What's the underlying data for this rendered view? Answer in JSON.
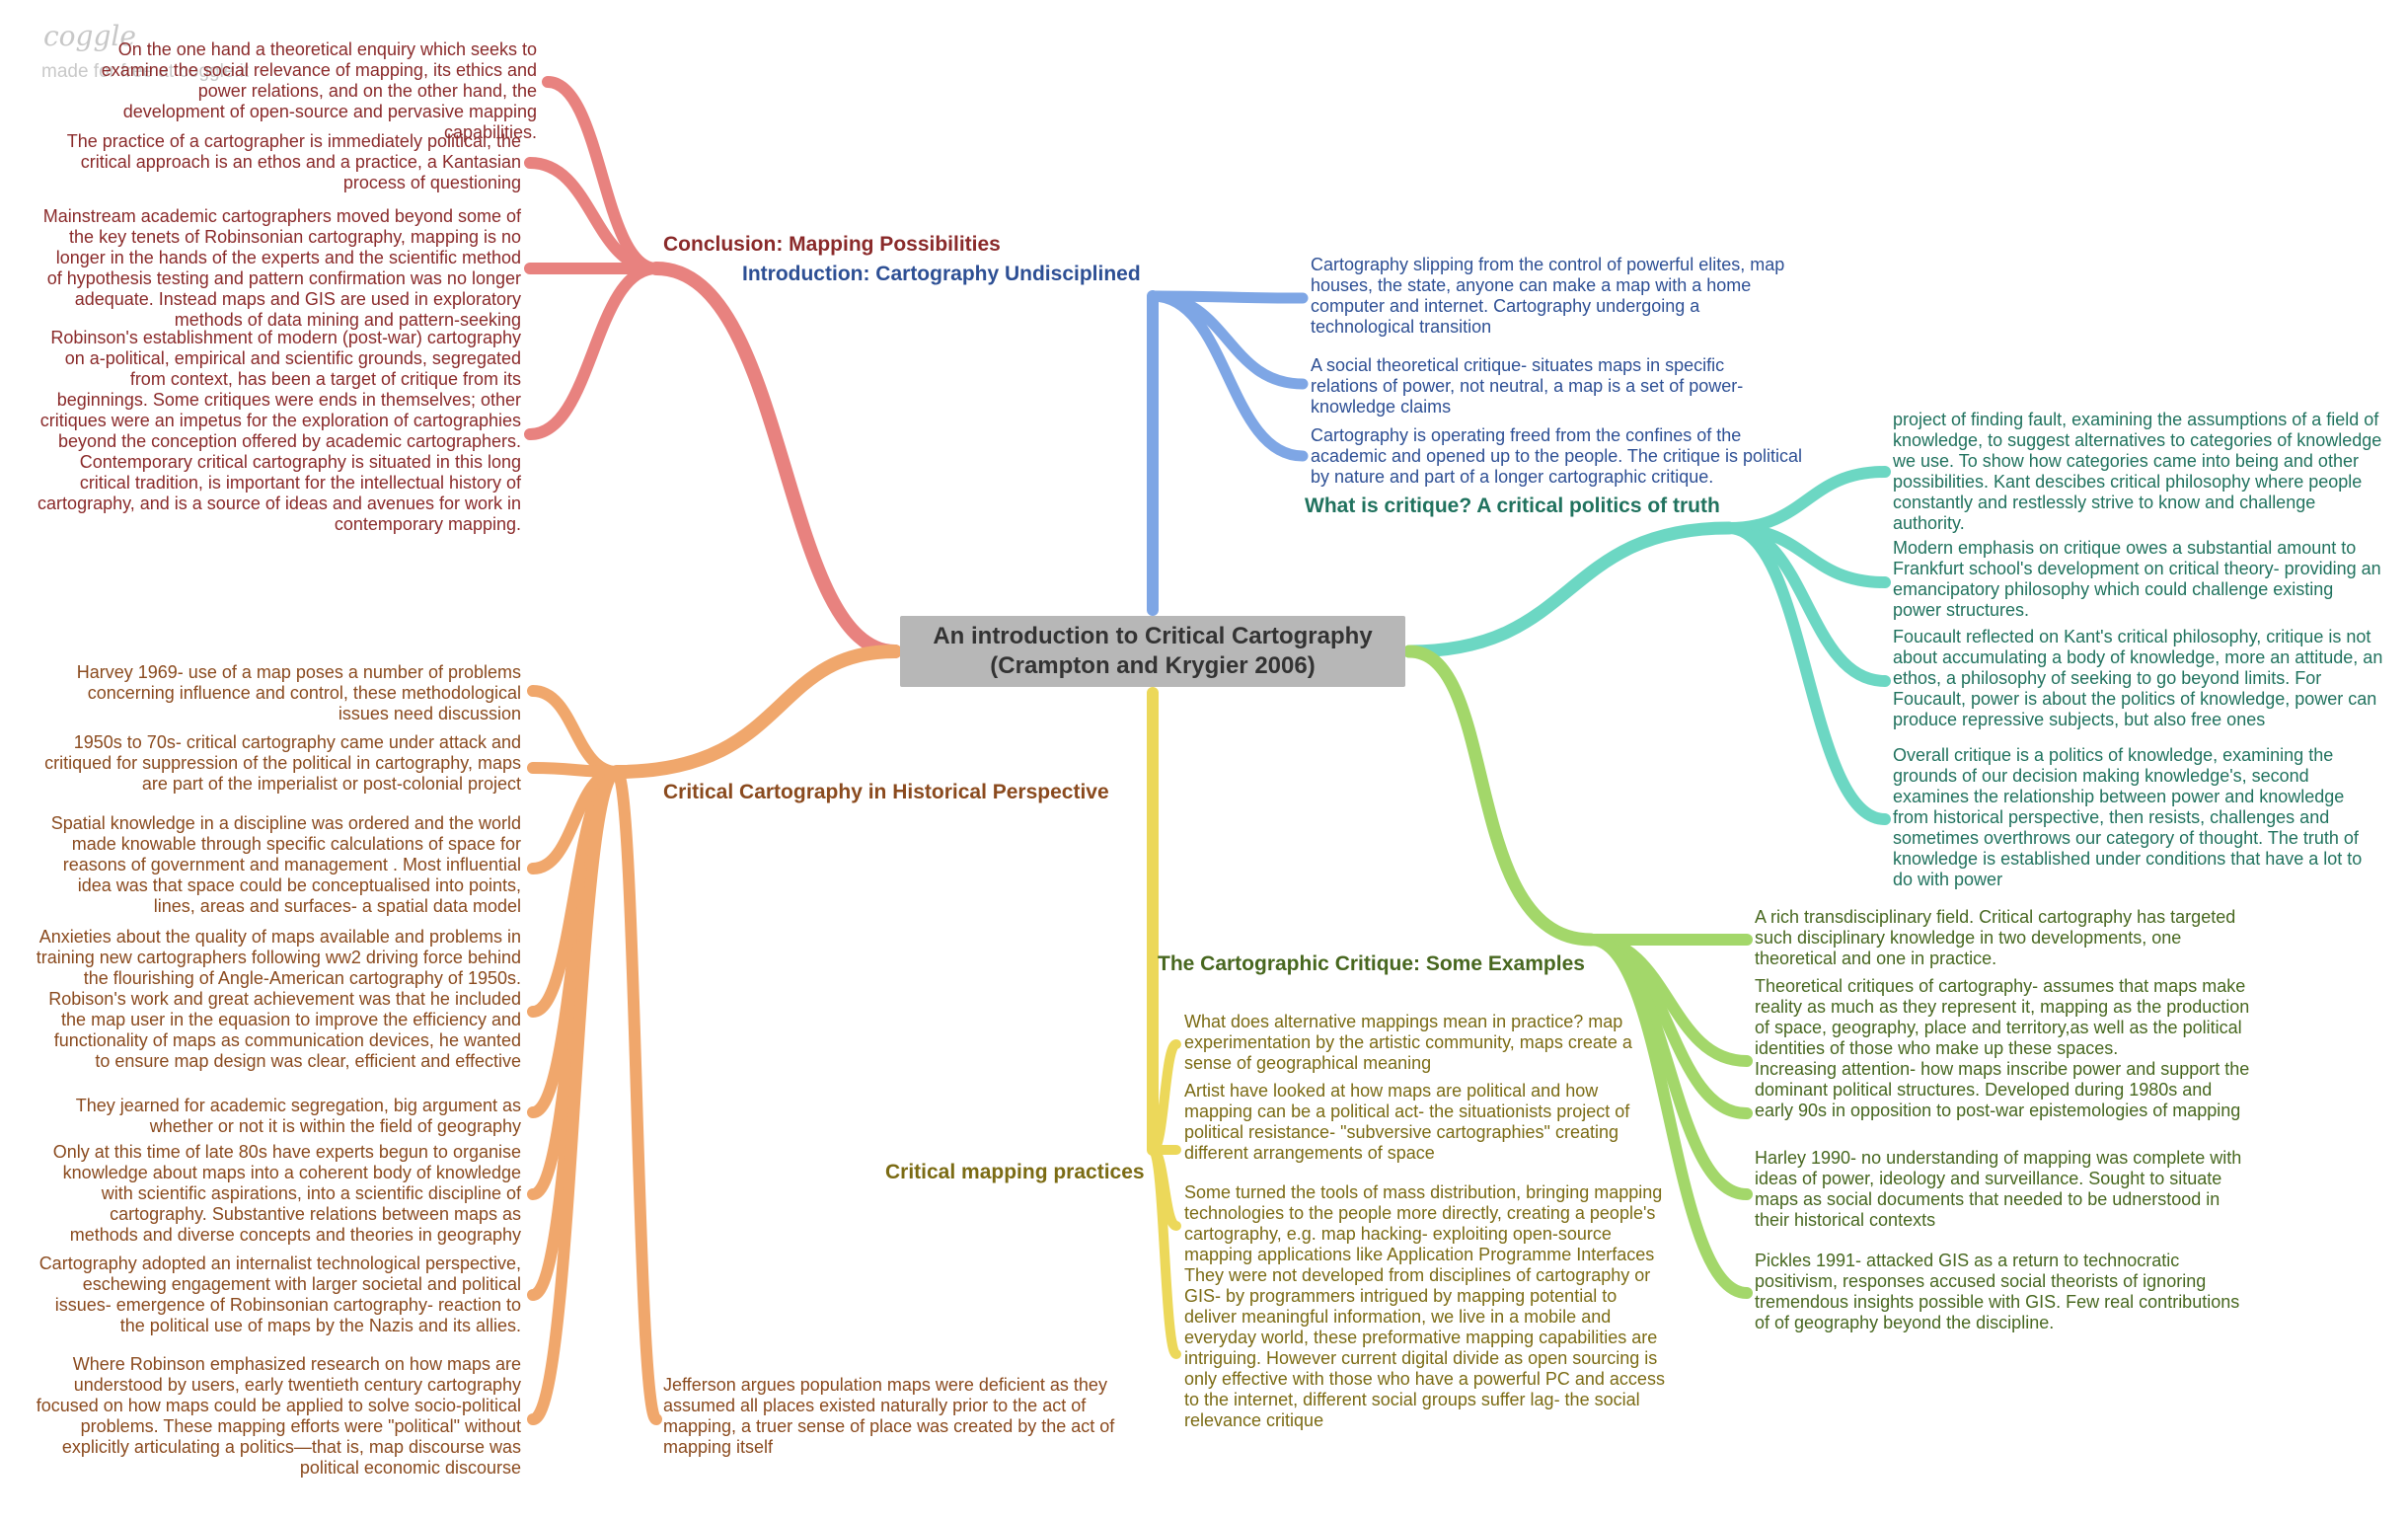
{
  "watermark": {
    "brand": "coggle",
    "made": "made for free at coggle.it"
  },
  "central": {
    "title": "An introduction to Critical Cartography",
    "subtitle": "(Crampton and Krygier 2006)"
  },
  "colors": {
    "conclusion": "#e8827f",
    "introduction": "#7ea6e5",
    "critique": "#6cd7c3",
    "examples": "#a3d76a",
    "practices": "#ecd85a",
    "historical": "#f0a76c",
    "central_box": "#b7b7b7"
  },
  "conclusion": {
    "title": "Conclusion: Mapping Possibilities",
    "items": [
      "On the one hand a theoretical enquiry which seeks to examine the social relevance of mapping, its ethics and power relations, and on the other hand, the development of open-source and pervasive mapping capabilities.",
      "The practice of a cartographer is immediately political, the critical approach is an ethos and a practice, a Kantasian process of questioning",
      "Mainstream academic cartographers moved beyond some of the key tenets of Robinsonian cartography, mapping is no longer in the hands of the experts and the scientific method of hypothesis testing and pattern confirmation was no longer adequate. Instead maps and GIS are used in exploratory methods of data mining and pattern-seeking",
      "Robinson's establishment of modern (post-war) cartography on a-political, empirical and scientific grounds, segregated from context, has been a target of critique from its beginnings. Some critiques were ends in themselves; other critiques were an impetus for the exploration of cartographies beyond the conception offered by academic cartographers. Contemporary critical cartography is situated in this long critical tradition, is important for the intellectual history of cartography, and is a source of ideas and avenues for work in contemporary mapping."
    ]
  },
  "introduction": {
    "title": "Introduction: Cartography Undisciplined",
    "items": [
      "Cartography slipping from the control of powerful elites, map houses, the state, anyone can make a map with a home computer and internet. Cartography undergoing a technological transition",
      "A social theoretical critique- situates maps in specific relations of power, not neutral, a map is a set of power-knowledge claims",
      "Cartography is operating freed from the confines of the academic and opened up to the people. The critique is political by nature and part of a longer cartographic critique."
    ]
  },
  "critique": {
    "title": "What is critique? A critical politics of truth",
    "items": [
      "project of finding fault, examining the assumptions of a field of knowledge, to suggest alternatives to categories of knowledge we use. To show how categories came into being and other possibilities. Kant descibes critical philosophy where people constantly and restlessly strive to know and challenge authority.",
      "Modern emphasis on critique owes a substantial amount to Frankfurt school's development on critical theory- providing an emancipatory philosophy which could challenge existing power structures.",
      "Foucault reflected on Kant's critical philosophy, critique is not about accumulating a body of knowledge, more an attitude, an ethos, a philosophy of seeking to go beyond limits. For Foucault, power is about the politics of knowledge, power can produce repressive subjects, but also free ones",
      "Overall critique is a politics of knowledge, examining the grounds of our decision making knowledge's, second examines the relationship between power and knowledge from historical perspective, then resists, challenges and sometimes overthrows our category of thought. The truth of knowledge is established under conditions that have a lot to do with power"
    ]
  },
  "examples": {
    "title": "The Cartographic Critique: Some Examples",
    "items": [
      "A rich transdisciplinary field. Critical cartography has targeted such disciplinary knowledge in two developments, one theoretical and one in practice.",
      "Theoretical critiques of cartography- assumes that maps make reality as much as they represent it, mapping as the production of space, geography, place and territory,as well as the political identities of those who make up these spaces.",
      "Increasing attention- how maps inscribe power and support the dominant political structures. Developed during 1980s and early 90s in opposition to post-war epistemologies of mapping",
      "Harley 1990- no understanding of mapping was complete with ideas of power, ideology and surveillance. Sought to situate maps as social documents that needed to be udnerstood in their historical contexts",
      "Pickles 1991- attacked GIS as a return to technocratic positivism, responses accused social theorists of ignoring tremendous insights possible with GIS. Few real contributions of of geography beyond the discipline."
    ]
  },
  "practices": {
    "title": "Critical mapping practices",
    "items": [
      "What does alternative mappings mean in practice? map experimentation by the artistic community, maps create a sense of geographical meaning",
      "Artist have looked at how maps are political and how mapping can be a political act- the situationists project of political resistance- \"subversive cartographies\" creating different arrangements of space",
      "Some turned the tools of mass distribution, bringing mapping technologies to the people more directly, creating a people's cartography, e.g. map hacking- exploiting open-source mapping applications like Application Programme Interfaces",
      "They were not developed from disciplines of cartography or GIS- by programmers intrigued by mapping potential to deliver meaningful information, we live in a mobile and everyday world, these preformative mapping capabilities are intriguing. However current digital divide as open sourcing is only effective with those who have a powerful PC and access to the internet, different social groups suffer lag- the social relevance critique"
    ]
  },
  "historical": {
    "title": "Critical Cartography in Historical Perspective",
    "items": [
      "Harvey 1969- use of a map poses a number of problems concerning influence and control, these methodological issues need discussion",
      "1950s to 70s- critical cartography came under attack and critiqued for suppression of the political in cartography, maps are part of the imperialist or post-colonial project",
      "Spatial knowledge in a discipline was ordered and the world made knowable through specific calculations of space for reasons of government and management . Most influential idea was that space could be conceptualised into points, lines, areas and surfaces- a spatial data model",
      "Anxieties about the quality of maps available and problems in training new cartographers following ww2 driving force behind the flourishing of Angle-American cartography of 1950s. Robison's work and great achievement was that he included the map user in the equasion to improve the efficiency and functionality of maps as communication devices, he wanted to ensure map design was clear, efficient and effective",
      "They jearned for academic segregation, big argument as whether or not it is within the field of geography",
      "Only at this time of late 80s have experts begun to organise knowledge about maps into a coherent body of knowledge with scientific aspirations, into a scientific discipline of cartography. Substantive relations between maps as methods and diverse concepts and theories in geography",
      "Cartography adopted an internalist technological perspective, eschewing engagement with larger societal and political issues- emergence of Robinsonian cartography- reaction to the political use of maps by the Nazis and its allies.",
      "Where Robinson emphasized research on how maps are understood by users, early twentieth century cartography focused on how maps could be applied to solve socio-political problems. These mapping efforts were \"political\" without explicitly articulating a politics—that is, map discourse was political economic discourse",
      "Jefferson argues population maps were deficient as they assumed all places existed naturally prior to the act of mapping, a truer sense of place was created by the act of mapping itself"
    ]
  }
}
